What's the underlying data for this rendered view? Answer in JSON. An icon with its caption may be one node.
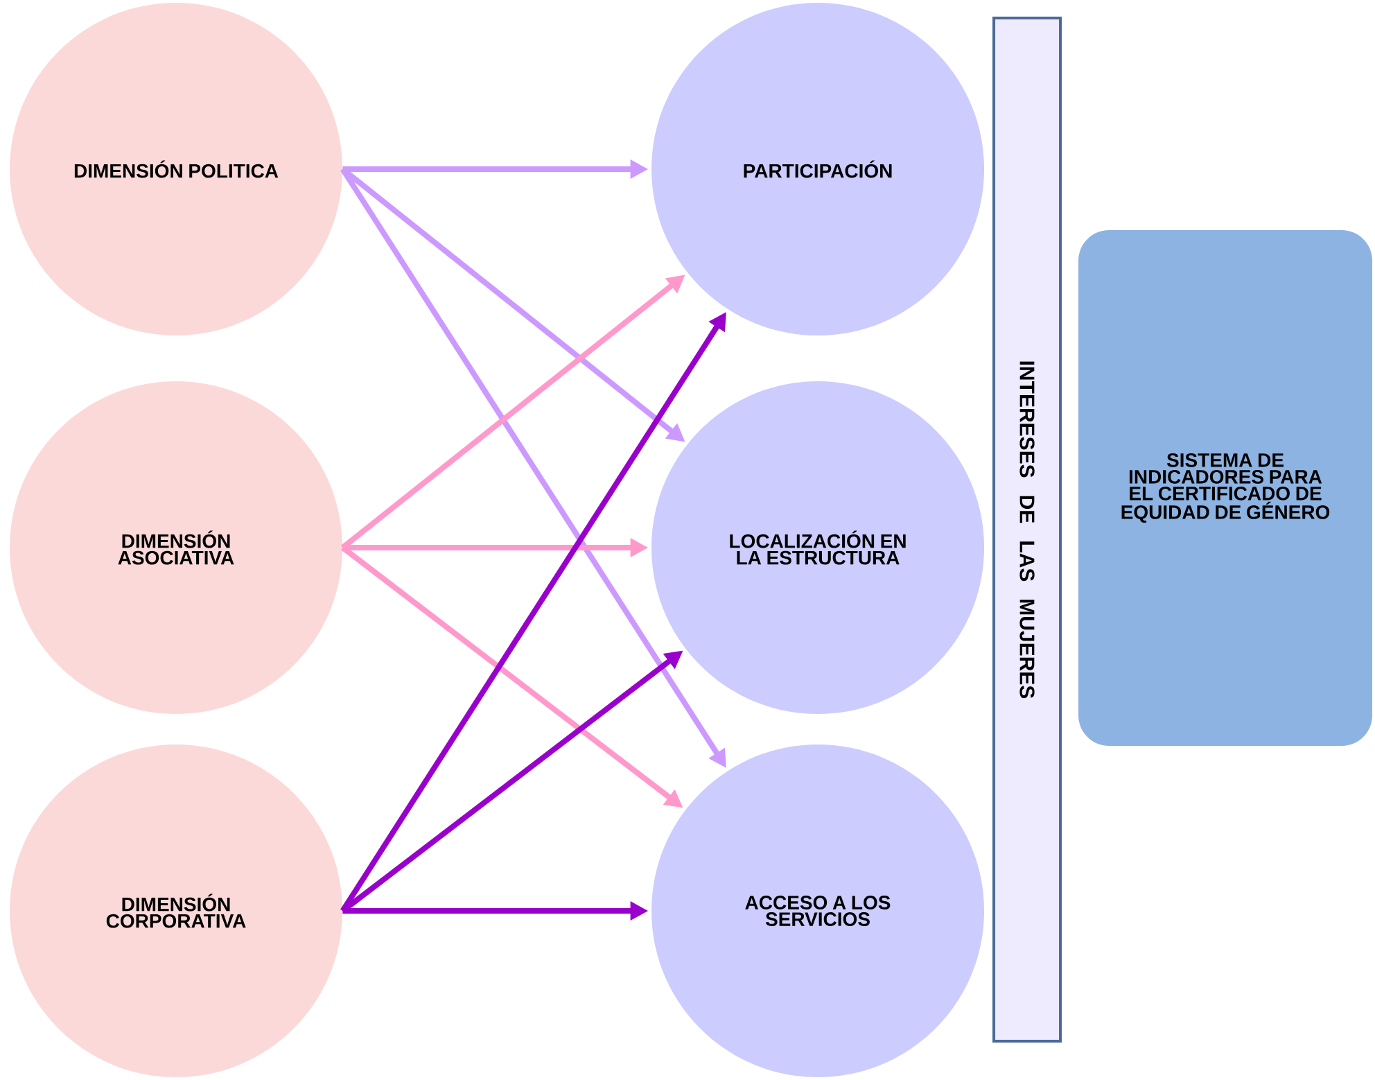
{
  "diagram": {
    "nodes": [
      {
        "text": [
          "DIMENSIÓN POLITICA"
        ]
      },
      {
        "text": [
          "DIMENSIÓN ASOCIATIVA"
        ]
      },
      {
        "text": [
          "DIMENSIÓN CORPORATIVA"
        ]
      },
      {
        "text": [
          "PARTICIPACIÓN"
        ]
      },
      {
        "text": [
          "LOCALIZACIÓN EN LA ESTRUCTURA"
        ]
      },
      {
        "text": [
          "ACCESO A LOS SERVICIOS"
        ]
      },
      {
        "text": [
          "INTERESES DE LAS MUJERES"
        ]
      },
      {
        "text": [
          "SISTEMA DE INDICADORES PARA EL CERTIFICADO DE EQUIDAD DE GÉNERO"
        ]
      }
    ],
    "edges": [
      {
        "from": 0,
        "to": 3,
        "arrow": "to",
        "color": "#cc99ff"
      },
      {
        "from": 0,
        "to": 4,
        "arrow": "to",
        "color": "#cc99ff"
      },
      {
        "from": 0,
        "to": 5,
        "arrow": "to",
        "color": "#cc99ff"
      },
      {
        "from": 1,
        "to": 3,
        "arrow": "to",
        "color": "#ff99cc"
      },
      {
        "from": 1,
        "to": 4,
        "arrow": "to",
        "color": "#ff99cc"
      },
      {
        "from": 1,
        "to": 5,
        "arrow": "to",
        "color": "#ff99cc"
      },
      {
        "from": 2,
        "to": 3,
        "arrow": "to",
        "color": "#9900cc"
      },
      {
        "from": 2,
        "to": 4,
        "arrow": "to",
        "color": "#9900cc"
      },
      {
        "from": 2,
        "to": 5,
        "arrow": "to",
        "color": "#9900cc"
      }
    ]
  }
}
